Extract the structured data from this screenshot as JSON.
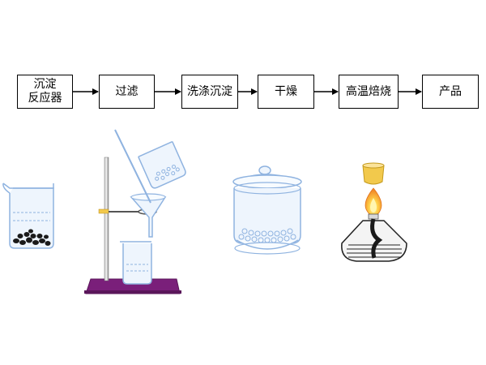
{
  "flow": {
    "steps": [
      {
        "label": "沉淀\n反应器"
      },
      {
        "label": "过滤"
      },
      {
        "label": "洗涤沉淀"
      },
      {
        "label": "干燥"
      },
      {
        "label": "高温焙烧"
      },
      {
        "label": "产品"
      }
    ],
    "arrow_color": "#000000"
  },
  "illustrations": [
    {
      "icon": "reaction-beaker-icon"
    },
    {
      "icon": "filtration-apparatus-icon"
    },
    {
      "icon": "drying-container-icon"
    },
    {
      "icon": "alcohol-lamp-calcination-icon"
    }
  ],
  "colors": {
    "glass": "#8fb3e0",
    "glass_fill": "#e4effb",
    "stand_base": "#7a1f7a",
    "flame_outer": "#f2a23a",
    "flame_inner": "#fff3a8",
    "crucible": "#f2c94c",
    "sediment": "#1a1a1a"
  }
}
